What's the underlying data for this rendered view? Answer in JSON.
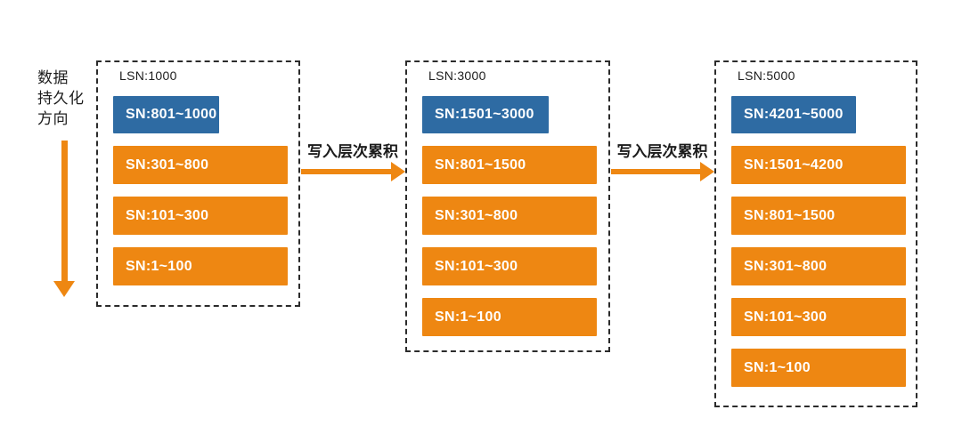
{
  "direction": {
    "label": "数据\n持久化\n方向"
  },
  "flows": [
    {
      "label": "写入层次累积"
    },
    {
      "label": "写入层次累积"
    }
  ],
  "cards": [
    {
      "lsn": "LSN:1000",
      "top_bar": "SN:801~1000",
      "bars": [
        "SN:301~800",
        "SN:101~300",
        "SN:1~100"
      ]
    },
    {
      "lsn": "LSN:3000",
      "top_bar": "SN:1501~3000",
      "bars": [
        "SN:801~1500",
        "SN:301~800",
        "SN:101~300",
        "SN:1~100"
      ]
    },
    {
      "lsn": "LSN:5000",
      "top_bar": "SN:4201~5000",
      "bars": [
        "SN:1501~4200",
        "SN:801~1500",
        "SN:301~800",
        "SN:101~300",
        "SN:1~100"
      ]
    }
  ],
  "colors": {
    "accent_orange": "#EE8712",
    "accent_blue": "#2E6BA3",
    "bar_text": "#FFFFFF",
    "border": "#2B2B2B",
    "label_text": "#1C1C1C"
  }
}
